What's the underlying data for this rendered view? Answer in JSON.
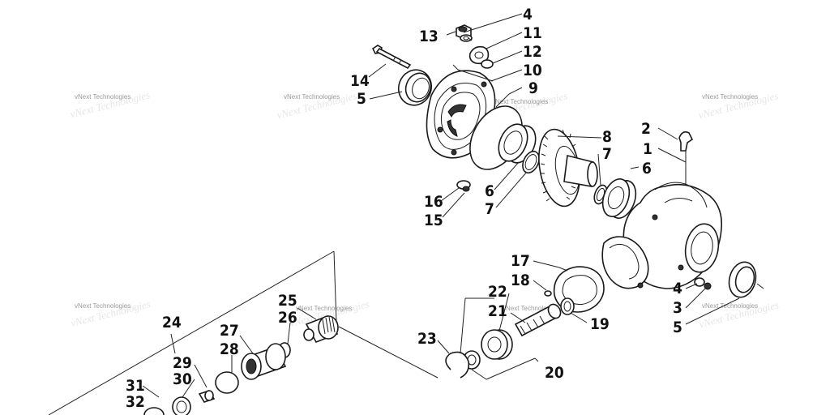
{
  "watermark": "vNext Technologies",
  "callouts": {
    "c1": "1",
    "c2": "2",
    "c3": "3",
    "c4a": "4",
    "c4b": "4",
    "c5a": "5",
    "c5b": "5",
    "c6a": "6",
    "c6b": "6",
    "c7a": "7",
    "c7b": "7",
    "c8": "8",
    "c9": "9",
    "c10": "10",
    "c11": "11",
    "c12": "12",
    "c13": "13",
    "c14": "14",
    "c15": "15",
    "c16": "16",
    "c17": "17",
    "c18": "18",
    "c19": "19",
    "c20": "20",
    "c21": "21",
    "c22": "22",
    "c23": "23",
    "c24": "24",
    "c25": "25",
    "c26": "26",
    "c27": "27",
    "c28": "28",
    "c29": "29",
    "c30": "30",
    "c31": "31",
    "c32": "32"
  }
}
